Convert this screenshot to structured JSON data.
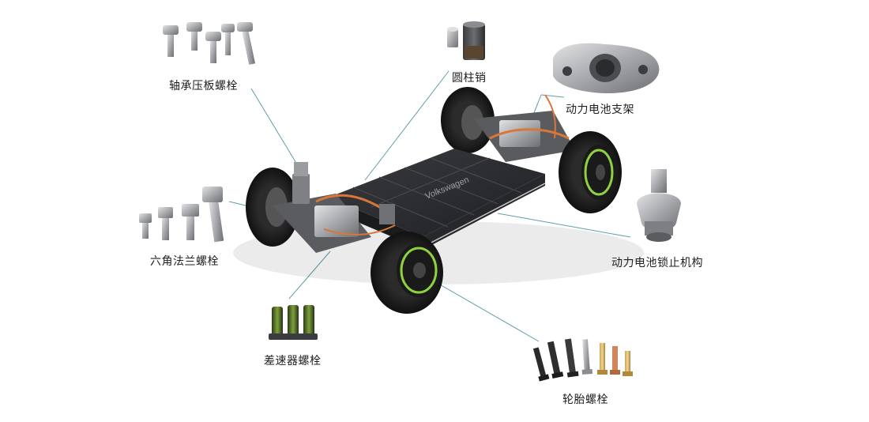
{
  "labels": {
    "bearing_plate_bolt": "轴承压板螺栓",
    "cylindrical_pin": "圆柱销",
    "battery_bracket": "动力电池支架",
    "hex_flange_bolt": "六角法兰螺栓",
    "battery_lock_mechanism": "动力电池锁止机构",
    "differential_bolt": "差速器螺栓",
    "wheel_bolt": "轮胎螺栓"
  },
  "battery_brand": "Volkswagen",
  "colors": {
    "leader_line": "#5f9ea8",
    "battery": "#2b2d30",
    "tire": "#1c1c1c",
    "rim_accent": "#8fd13f",
    "copper": "#d9773a",
    "metal": "#a8aaad"
  }
}
